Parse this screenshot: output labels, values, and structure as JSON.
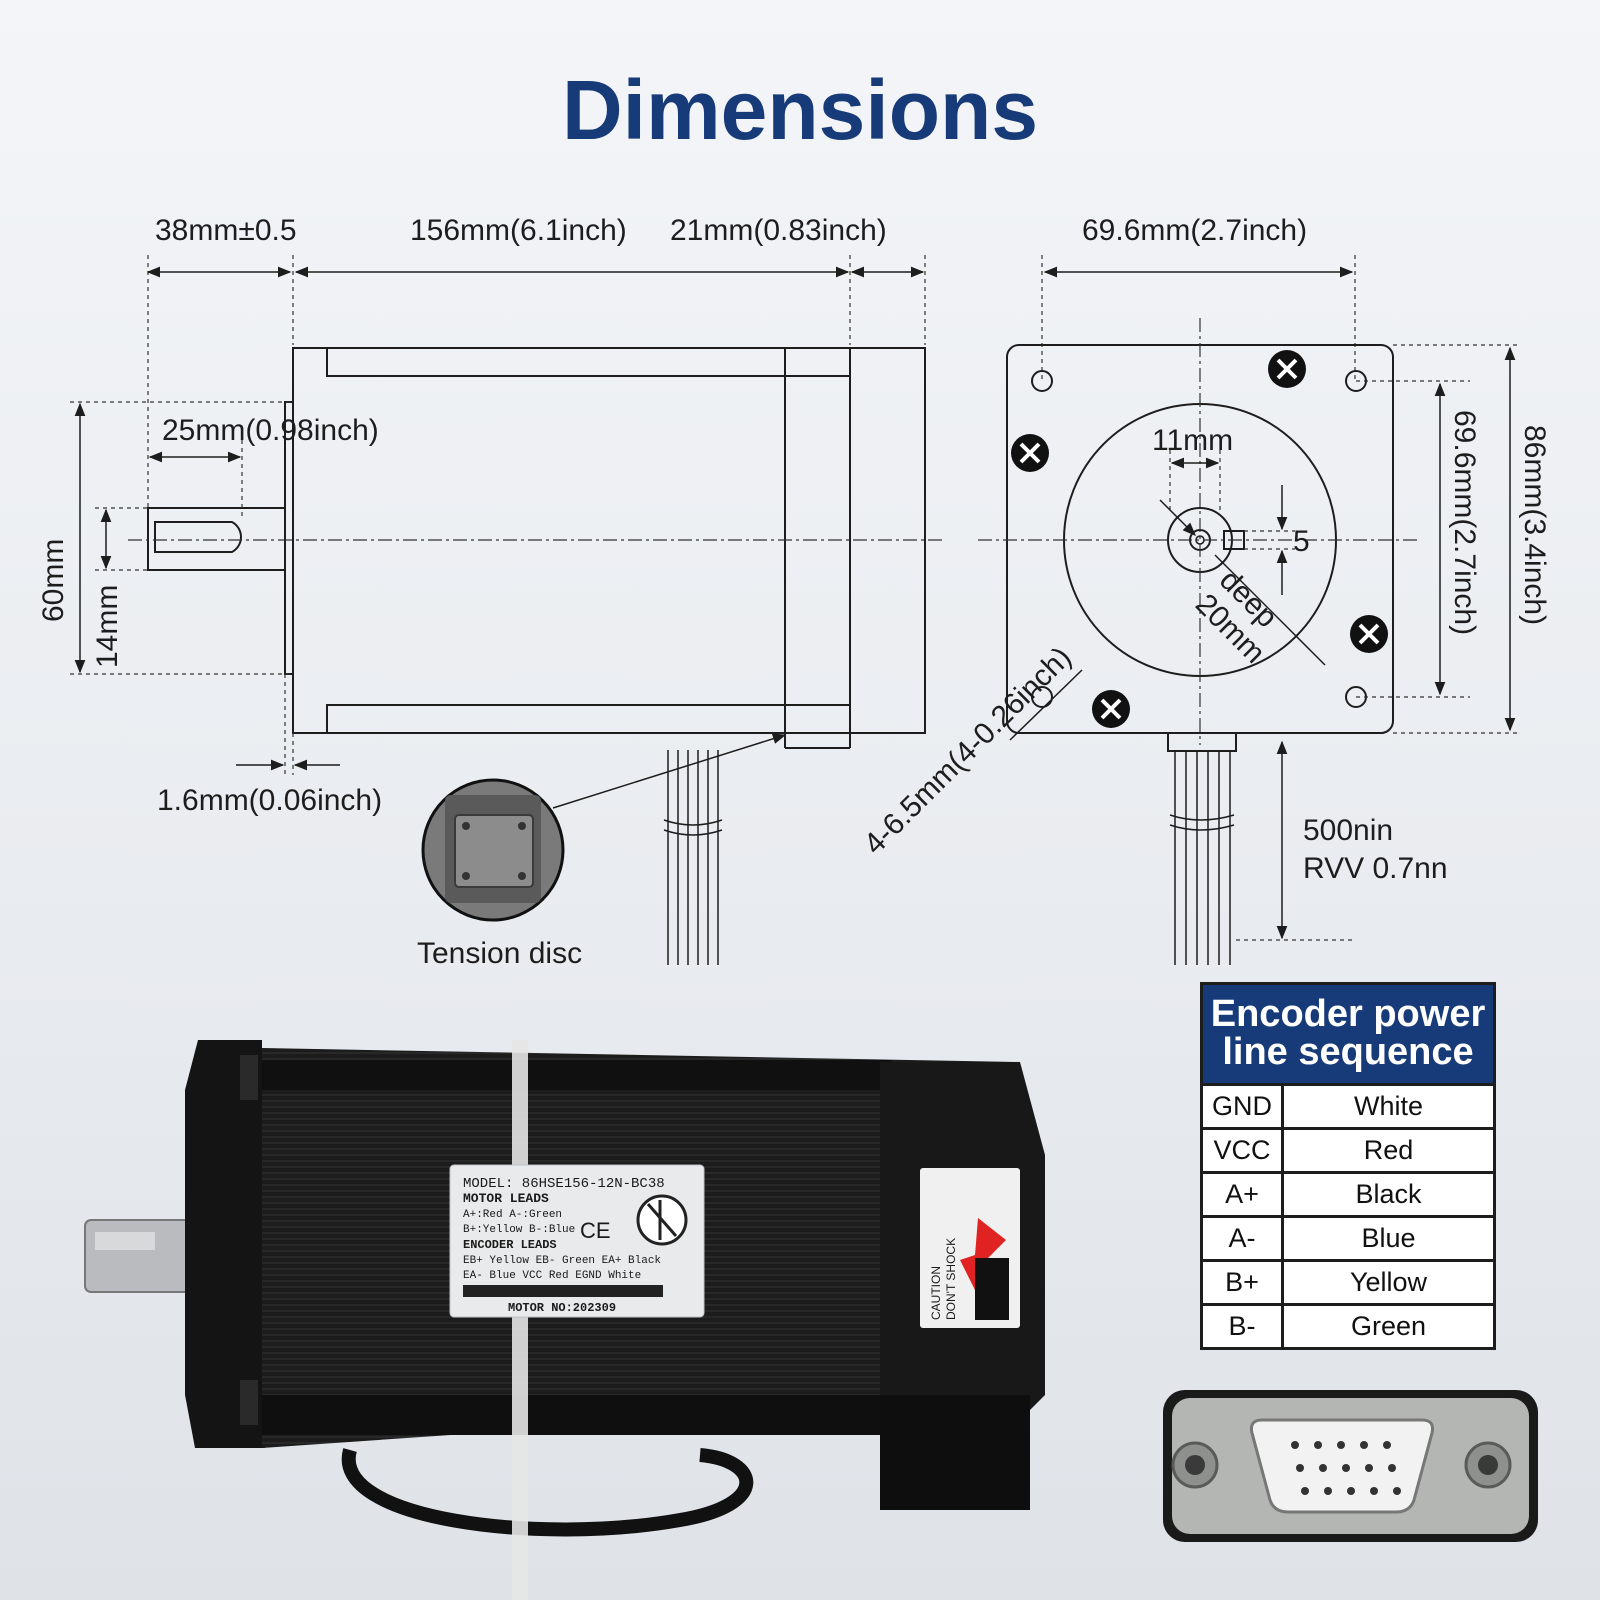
{
  "title": "Dimensions",
  "side_view": {
    "dim_flange_gap": "38mm±0.5",
    "dim_body_length": "156mm(6.1inch)",
    "dim_rear": "21mm(0.83inch)",
    "dim_shaft_key": "25mm(0.98inch)",
    "dim_height": "60mm",
    "dim_shaft_diam": "14mm",
    "dim_flange_thickness": "1.6mm(0.06inch)",
    "inset_label": "Tension disc"
  },
  "front_view": {
    "dim_hole_spacing_h": "69.6mm(2.7inch)",
    "dim_hole_spacing_v": "69.6mm(2.7inch)",
    "dim_outer": "86mm(3.4inch)",
    "dim_shaft": "11mm",
    "dim_key": "5",
    "dim_deep_1": "deep",
    "dim_deep_2": "20mm",
    "dim_holes": "4-6.5mm(4-0.26inch)",
    "cable_1": "500nin",
    "cable_2": "RVV 0.7nn"
  },
  "motor_label": {
    "model": "MODEL: 86HSE156-12N-BC38",
    "motor_leads": "MOTOR LEADS",
    "leads_line1": "A+:Red  A-:Green",
    "leads_line2": "B+:Yellow B-:Blue",
    "encoder_leads": "ENCODER LEADS",
    "enc_line1": "EB+ Yellow EB- Green EA+ Black",
    "enc_line2": "EA- Blue VCC Red  EGND White",
    "motor_no": "MOTOR NO:202309",
    "ce": "CE",
    "caution_1": "CAUTION",
    "caution_2": "DON'T SHOCK"
  },
  "encoder_table": {
    "title_line1": "Encoder power",
    "title_line2": "line sequence",
    "rows": [
      {
        "signal": "GND",
        "color": "White"
      },
      {
        "signal": "VCC",
        "color": "Red"
      },
      {
        "signal": "A+",
        "color": "Black"
      },
      {
        "signal": "A-",
        "color": "Blue"
      },
      {
        "signal": "B+",
        "color": "Yellow"
      },
      {
        "signal": "B-",
        "color": "Green"
      }
    ]
  },
  "colors": {
    "title": "#173a78",
    "table_header": "#173a78"
  }
}
